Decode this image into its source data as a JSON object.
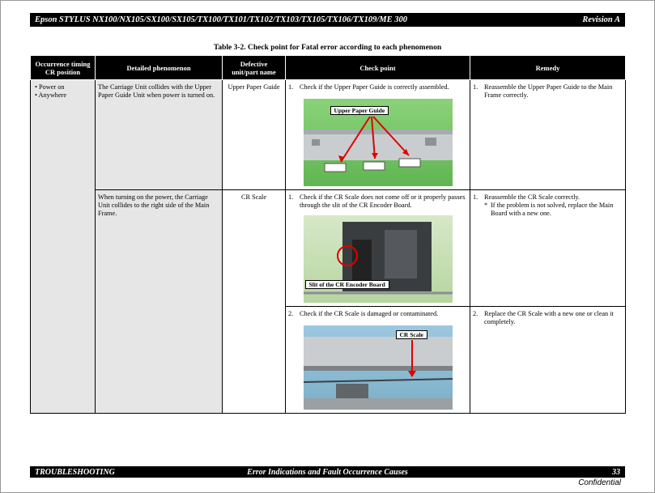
{
  "header": {
    "title": "Epson STYLUS NX100/NX105/SX100/SX105/TX100/TX101/TX102/TX103/TX105/TX106/TX109/ME 300",
    "revision": "Revision A"
  },
  "table_title": "Table 3-2.  Check point for Fatal error according to each phenomenon",
  "table": {
    "headers": {
      "timing_line1": "Occurrence timing",
      "timing_line2": "CR position",
      "phenomenon": "Detailed phenomenon",
      "part_line1": "Defective",
      "part_line2": "unit/part name",
      "check": "Check point",
      "remedy": "Remedy"
    },
    "timing": [
      "Power on",
      "Anywhere"
    ],
    "rows": [
      {
        "phenomenon": "The Carriage Unit collides with the Upper Paper Guide Unit when power is turned on.",
        "part": "Upper Paper Guide",
        "check_num": "1.",
        "check": "Check if the Upper Paper Guide is correctly assembled.",
        "callout": "Upper Paper Guide",
        "remedy_num": "1.",
        "remedy": "Reassemble the Upper Paper Guide to the Main Frame correctly."
      },
      {
        "phenomenon": "When turning on the power, the Carriage Unit collides to the right side of the Main Frame.",
        "part": "CR Scale",
        "check_a_num": "1.",
        "check_a": "Check if the CR Scale does not come off or it properly passes through the slit of the CR Encoder Board.",
        "callout_a": "Slit of the CR Encoder Board",
        "remedy_a_num": "1.",
        "remedy_a": "Reassemble the CR Scale correctly.",
        "remedy_a_note_star": "*",
        "remedy_a_note": "If the problem is not solved, replace the Main Board with a new one.",
        "check_b_num": "2.",
        "check_b": "Check if the CR Scale is damaged or contaminated.",
        "callout_b": "CR Scale",
        "remedy_b_num": "2.",
        "remedy_b": "Replace the CR Scale with a new one or clean it completely."
      }
    ]
  },
  "footer": {
    "left": "TROUBLESHOOTING",
    "center": "Error Indications and Fault Occurrence Causes",
    "page": "33",
    "confidential": "Confidential"
  }
}
